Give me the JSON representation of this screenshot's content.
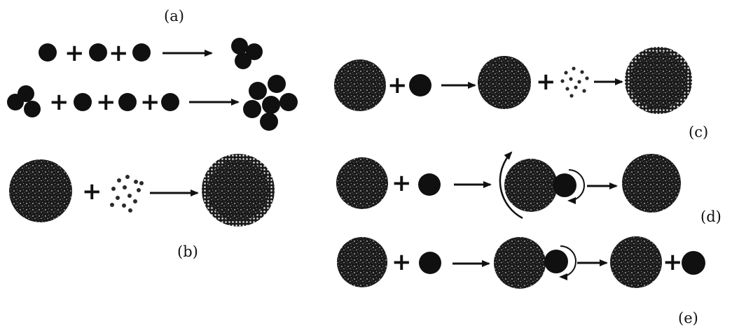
{
  "labels": {
    "a": "(a)",
    "b": "(b)",
    "c": "(c)",
    "d": "(d)",
    "e": "(e)"
  },
  "operator_symbol": "+",
  "colors": {
    "particle": "#101010",
    "large_particle_dark": "#1a1a1a",
    "large_particle_speckle": "#c8c8c8",
    "coated_rim": "#e6e6e6",
    "background": "#ffffff"
  },
  "icons": {
    "small_particle": "filled-circle-icon",
    "large_particle": "speckled-sphere-icon",
    "coated_particle": "speckled-sphere-with-light-rim-icon",
    "fine_cluster": "dot-cloud-icon",
    "rotation": "curved-rotation-arrow-icon",
    "reaction": "right-arrow-icon"
  }
}
